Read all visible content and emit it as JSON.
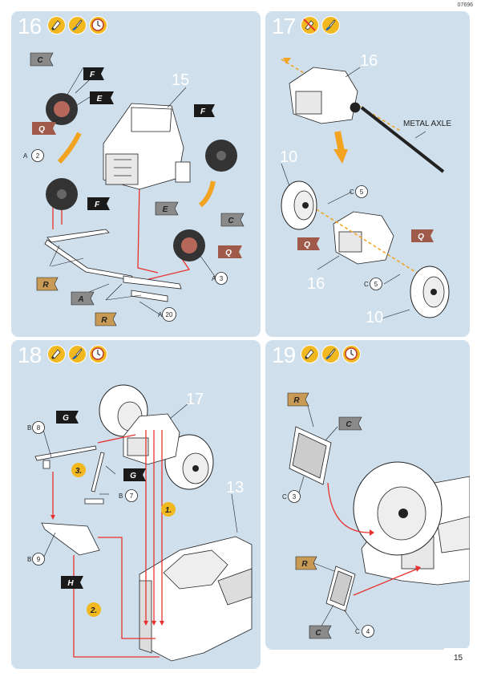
{
  "doc_code": "07696",
  "page_number": "15",
  "steps": [
    {
      "number": "16",
      "icons": [
        "glue-icon",
        "paint-brush-icon",
        "clock-icon"
      ],
      "part_numbers": [
        "15"
      ],
      "callouts": [
        "2",
        "3",
        "20"
      ],
      "callout_letters": [
        "A",
        "A",
        "A"
      ],
      "flags": [
        "C",
        "F",
        "E",
        "Q",
        "F",
        "R",
        "A",
        "R",
        "F",
        "E",
        "C",
        "Q"
      ]
    },
    {
      "number": "17",
      "icons": [
        "no-glue-icon",
        "paint-brush-icon"
      ],
      "part_numbers": [
        "16",
        "10",
        "16",
        "10"
      ],
      "callouts": [
        "5",
        "5"
      ],
      "callout_letters": [
        "C",
        "C"
      ],
      "flags": [
        "Q",
        "Q"
      ],
      "labels": [
        "METAL AXLE"
      ]
    },
    {
      "number": "18",
      "icons": [
        "glue-icon",
        "paint-brush-icon",
        "clock-icon"
      ],
      "part_numbers": [
        "17",
        "13"
      ],
      "callouts": [
        "8",
        "7",
        "9"
      ],
      "callout_letters": [
        "B",
        "B",
        "B"
      ],
      "flags": [
        "G",
        "G",
        "H"
      ],
      "sequence": [
        "3.",
        "1.",
        "2."
      ]
    },
    {
      "number": "19",
      "icons": [
        "glue-icon",
        "paint-brush-icon",
        "clock-icon"
      ],
      "callouts": [
        "3",
        "4"
      ],
      "callout_letters": [
        "C",
        "C"
      ],
      "flags": [
        "R",
        "C",
        "R",
        "C"
      ]
    }
  ],
  "colors": {
    "panel_bg": "#cfdfec",
    "accent": "#f2b81f",
    "arrow": "#e8322e",
    "flag_gray": "#8a8a8a",
    "flag_black": "#1a1a1a",
    "flag_rust": "#a05a4a",
    "flag_tan": "#c89a55"
  }
}
